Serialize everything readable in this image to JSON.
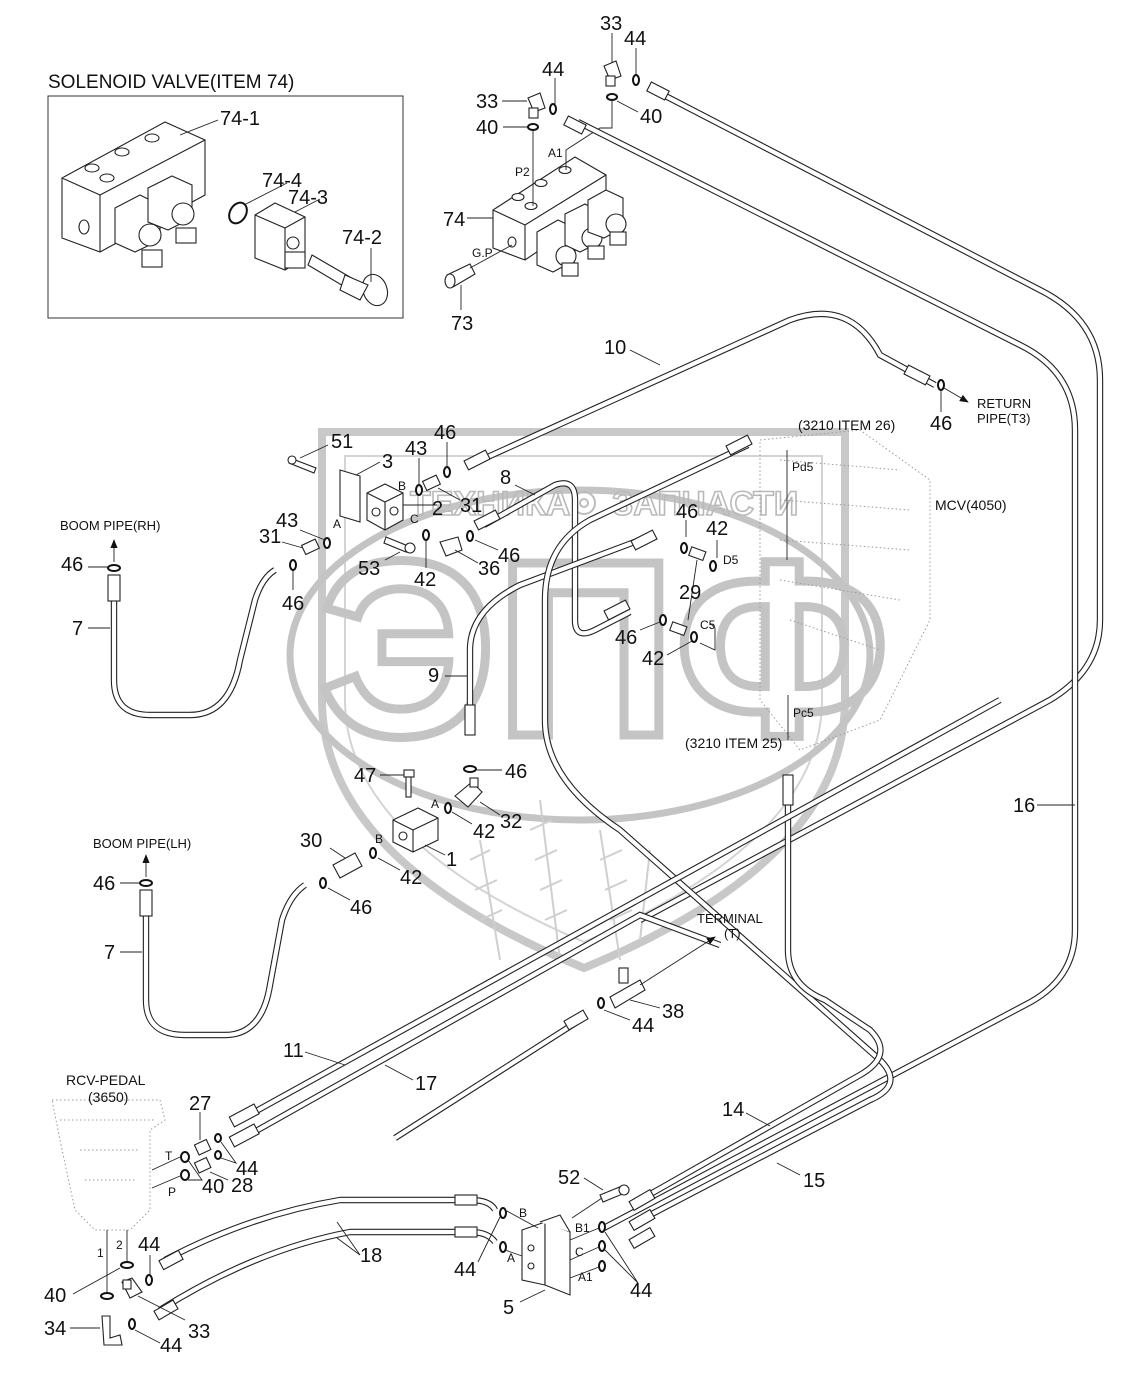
{
  "diagram": {
    "type": "hydraulic-piping-exploded-view",
    "watermark": {
      "logo_text": "ЭПФ",
      "left_word": "ТЕХНИКА",
      "right_word": "ЗАПЧАСТИ"
    },
    "inset": {
      "title": "SOLENOID VALVE(ITEM 74)",
      "callouts": [
        "74-1",
        "74-4",
        "74-3",
        "74-2"
      ]
    },
    "notes": {
      "return_pipe_line1": "RETURN",
      "return_pipe_line2": "PIPE(T3)",
      "item26": "(3210 ITEM 26)",
      "item25": "(3210 ITEM 25)",
      "mcv": "MCV(4050)",
      "boom_rh": "BOOM PIPE(RH)",
      "boom_lh": "BOOM PIPE(LH)",
      "terminal_line1": "TERMINAL",
      "terminal_line2": "(T)",
      "rcv_line1": "RCV-PEDAL",
      "rcv_line2": "(3650)"
    },
    "ports": {
      "a1_top": "A1",
      "p2": "P2",
      "gp": "G.P",
      "pd5": "Pd5",
      "d5": "D5",
      "c5": "C5",
      "pc5": "Pc5",
      "block2_b": "B",
      "block2_a": "A",
      "block2_c": "C",
      "block1_a": "A",
      "block1_b": "B",
      "rcv_t": "T",
      "rcv_p": "P",
      "rcv_1": "1",
      "rcv_2": "2",
      "block5_b": "B",
      "block5_a": "A",
      "block5_b1": "B1",
      "block5_c": "C",
      "block5_a1": "A1"
    },
    "callouts": {
      "c33_top_right": "33",
      "c44_top_right": "44",
      "c44_top_mid": "44",
      "c33_top_left": "33",
      "c40_left": "40",
      "c40_right": "40",
      "c74": "74",
      "c73": "73",
      "c10": "10",
      "c46_return": "46",
      "c51": "51",
      "c43_top": "43",
      "c46_top": "46",
      "c3": "3",
      "c2": "2",
      "c31_right": "31",
      "c8": "8",
      "c43_left": "43",
      "c31_left": "31",
      "c46_rh": "46",
      "c53": "53",
      "c42_block2": "42",
      "c36": "36",
      "c46_b36": "46",
      "c46_rh_top": "46",
      "c7_rh": "7",
      "c46_d5": "46",
      "c42_d5": "42",
      "c29": "29",
      "c46_c5": "46",
      "c42_c5": "42",
      "c9": "9",
      "c47": "47",
      "c46_mid": "46",
      "c42_a": "42",
      "c32": "32",
      "c30": "30",
      "c1": "1",
      "c42_b": "42",
      "c46_lh": "46",
      "c46_lh_top": "46",
      "c7_lh": "7",
      "c16": "16",
      "c38": "38",
      "c44_term": "44",
      "c11": "11",
      "c17": "17",
      "c27": "27",
      "c44_rcv": "44",
      "c28": "28",
      "c40_rcv": "40",
      "c14": "14",
      "c15": "15",
      "c52": "52",
      "c18": "18",
      "c44_bl": "44",
      "c40_bl": "40",
      "c44_blk5_left": "44",
      "c44_blk5_right": "44",
      "c5": "5",
      "c34": "34",
      "c33_bl": "33",
      "c44_bottom": "44"
    }
  }
}
